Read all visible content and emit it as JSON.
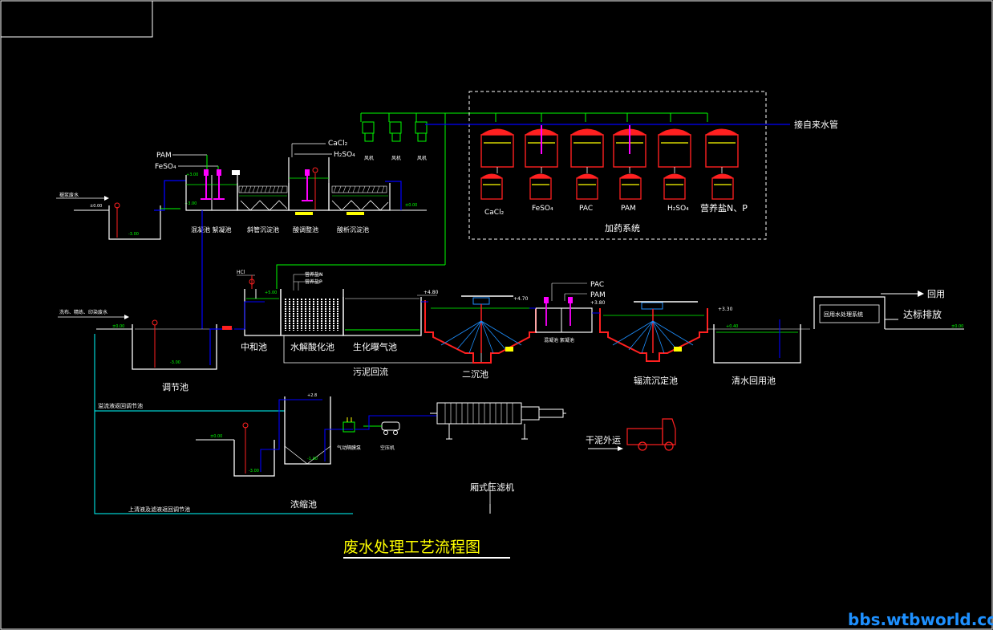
{
  "title": "废水处理工艺流程图",
  "watermark": "bbs.wtbworld.com",
  "colors": {
    "background": "#000000",
    "frame": "#ffffff",
    "structure": "#ffffff",
    "water_pipe": "#0000ff",
    "air_pipe": "#00ff00",
    "sludge_pipe": "#00ffff",
    "tank_red": "#ff2020",
    "mixer": "#ff00ff",
    "liquid": "#ffff00",
    "labels": "#ffffff",
    "watermark": "#1e90ff"
  },
  "units": {
    "regulating_tank": "调节池",
    "neutralization": "中和池",
    "hydrolysis": "水解酸化池",
    "aeration": "生化曝气池",
    "secondary_clarifier": "二沉池",
    "radial_clarifier": "辐流沉定池",
    "reuse_tank": "清水回用池",
    "thickener": "浓缩池",
    "filter_press": "厢式压滤机",
    "sludge_return": "污泥回流",
    "dosing_system": "加药系统",
    "reuse_system": "回用水处理系统"
  },
  "pretreatment": {
    "mixing_flocculation": "混凝池 絮凝池",
    "inclined_tube": "斜管沉淀池",
    "acid_adjust": "酸调整池",
    "acid_settle": "酸析沉淀池",
    "inflow": "褪浆废水",
    "pam": "PAM",
    "feso4": "FeSO₄",
    "cacl2": "CaCl₂",
    "h2so4": "H₂SO₄",
    "blower": "风机"
  },
  "dosing": {
    "tap_water": "接自来水管",
    "chemicals": [
      "CaCl₂",
      "FeSO₄",
      "PAC",
      "PAM",
      "H₂SO₄",
      "营养盐N、P"
    ]
  },
  "flow_labels": {
    "wastewater_in": "洗布、精练、印染废水",
    "discharge": "达标排放",
    "reuse": "回用",
    "dry_sludge": "干泥外运",
    "overflow_return": "溢流液返回调节池",
    "supernatant_return": "上清液及滤液返回调节池",
    "pac": "PAC",
    "pam": "PAM",
    "hcl": "HCl",
    "nutrient_n": "营养盐N",
    "nutrient_p": "营养盐P",
    "coag_floc": "混凝池 絮凝池",
    "pump": "气动隔膜泵",
    "compressor": "空压机"
  },
  "elevations": {
    "pre_in": "±0.00",
    "pre_pit": "-3.00",
    "pre_mix": "+3.00",
    "pre_top": "+3.00",
    "pre_out": "±0.00",
    "reg_ground": "±0.00",
    "reg_bottom": "-3.00",
    "neut_top": "+5.00",
    "aer_top": "+4.80",
    "sec_top": "+4.70",
    "floc_top": "+3.80",
    "rad_top": "+3.30",
    "reuse_level": "+0.40",
    "out_level": "±0.00",
    "thick_top": "+2.8",
    "thick_bottom": "-1.00",
    "sump_ground": "±0.00",
    "sump_bottom": "-3.00"
  }
}
